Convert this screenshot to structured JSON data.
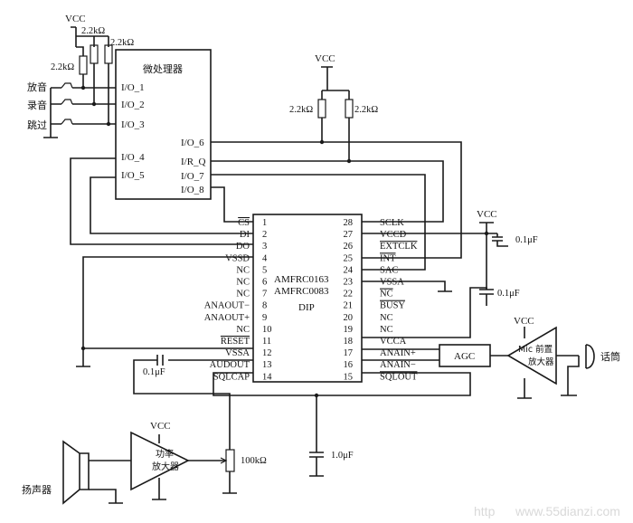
{
  "mcu": {
    "title": "微处理器",
    "io1": "I/O_1",
    "io2": "I/O_2",
    "io3": "I/O_3",
    "io4": "I/O_4",
    "io5": "I/O_5",
    "io6": "I/O_6",
    "irq": "I/R_Q",
    "io7": "I/O_7",
    "io8": "I/O_8"
  },
  "buttons": {
    "play": "放音",
    "record": "录音",
    "skip": "跳过"
  },
  "resistors": {
    "r1": "2.2kΩ",
    "r2": "2.2kΩ",
    "r3": "2.2kΩ",
    "r4": "2.2kΩ",
    "r5": "2.2kΩ",
    "pot": "100kΩ"
  },
  "power": {
    "vcc1": "VCC",
    "vcc2": "VCC",
    "vcc3": "VCC",
    "vcc4": "VCC",
    "vcc5": "VCC"
  },
  "chip": {
    "name1": "AMFRC0163",
    "name2": "AMFRC0083",
    "package": "DIP"
  },
  "pins_left": [
    {
      "num": "1",
      "name": "CS"
    },
    {
      "num": "2",
      "name": "DI"
    },
    {
      "num": "3",
      "name": "DO"
    },
    {
      "num": "4",
      "name": "VSSD"
    },
    {
      "num": "5",
      "name": "NC"
    },
    {
      "num": "6",
      "name": "NC"
    },
    {
      "num": "7",
      "name": "NC"
    },
    {
      "num": "8",
      "name": "ANAOUT−"
    },
    {
      "num": "9",
      "name": "ANAOUT+"
    },
    {
      "num": "10",
      "name": "NC"
    },
    {
      "num": "11",
      "name": "RESET"
    },
    {
      "num": "12",
      "name": "VSSA"
    },
    {
      "num": "13",
      "name": "AUDOUT"
    },
    {
      "num": "14",
      "name": "SQLCAP"
    }
  ],
  "pins_right": [
    {
      "num": "28",
      "name": "SCLK"
    },
    {
      "num": "27",
      "name": "VCCD"
    },
    {
      "num": "26",
      "name": "EXTCLK"
    },
    {
      "num": "25",
      "name": "INT"
    },
    {
      "num": "24",
      "name": "SAC"
    },
    {
      "num": "23",
      "name": "VSSA"
    },
    {
      "num": "22",
      "name": "NC"
    },
    {
      "num": "21",
      "name": "BUSY"
    },
    {
      "num": "20",
      "name": "NC"
    },
    {
      "num": "19",
      "name": "NC"
    },
    {
      "num": "18",
      "name": "VCCA"
    },
    {
      "num": "17",
      "name": "ANAIN+"
    },
    {
      "num": "16",
      "name": "ANAIN−"
    },
    {
      "num": "15",
      "name": "SQLOUT"
    }
  ],
  "caps": {
    "c1": "0.1μF",
    "c2": "0.1μF",
    "c3": "0.1μF",
    "c4": "1.0μF"
  },
  "blocks": {
    "agc": "AGC",
    "mic_pre_1": "Mic 前置",
    "mic_pre_2": "放大器",
    "mic": "话筒",
    "power_amp_1": "功率",
    "power_amp_2": "放大器",
    "speaker": "扬声器"
  },
  "watermark": {
    "left": "http",
    "right": "www.55dianzi.com"
  }
}
